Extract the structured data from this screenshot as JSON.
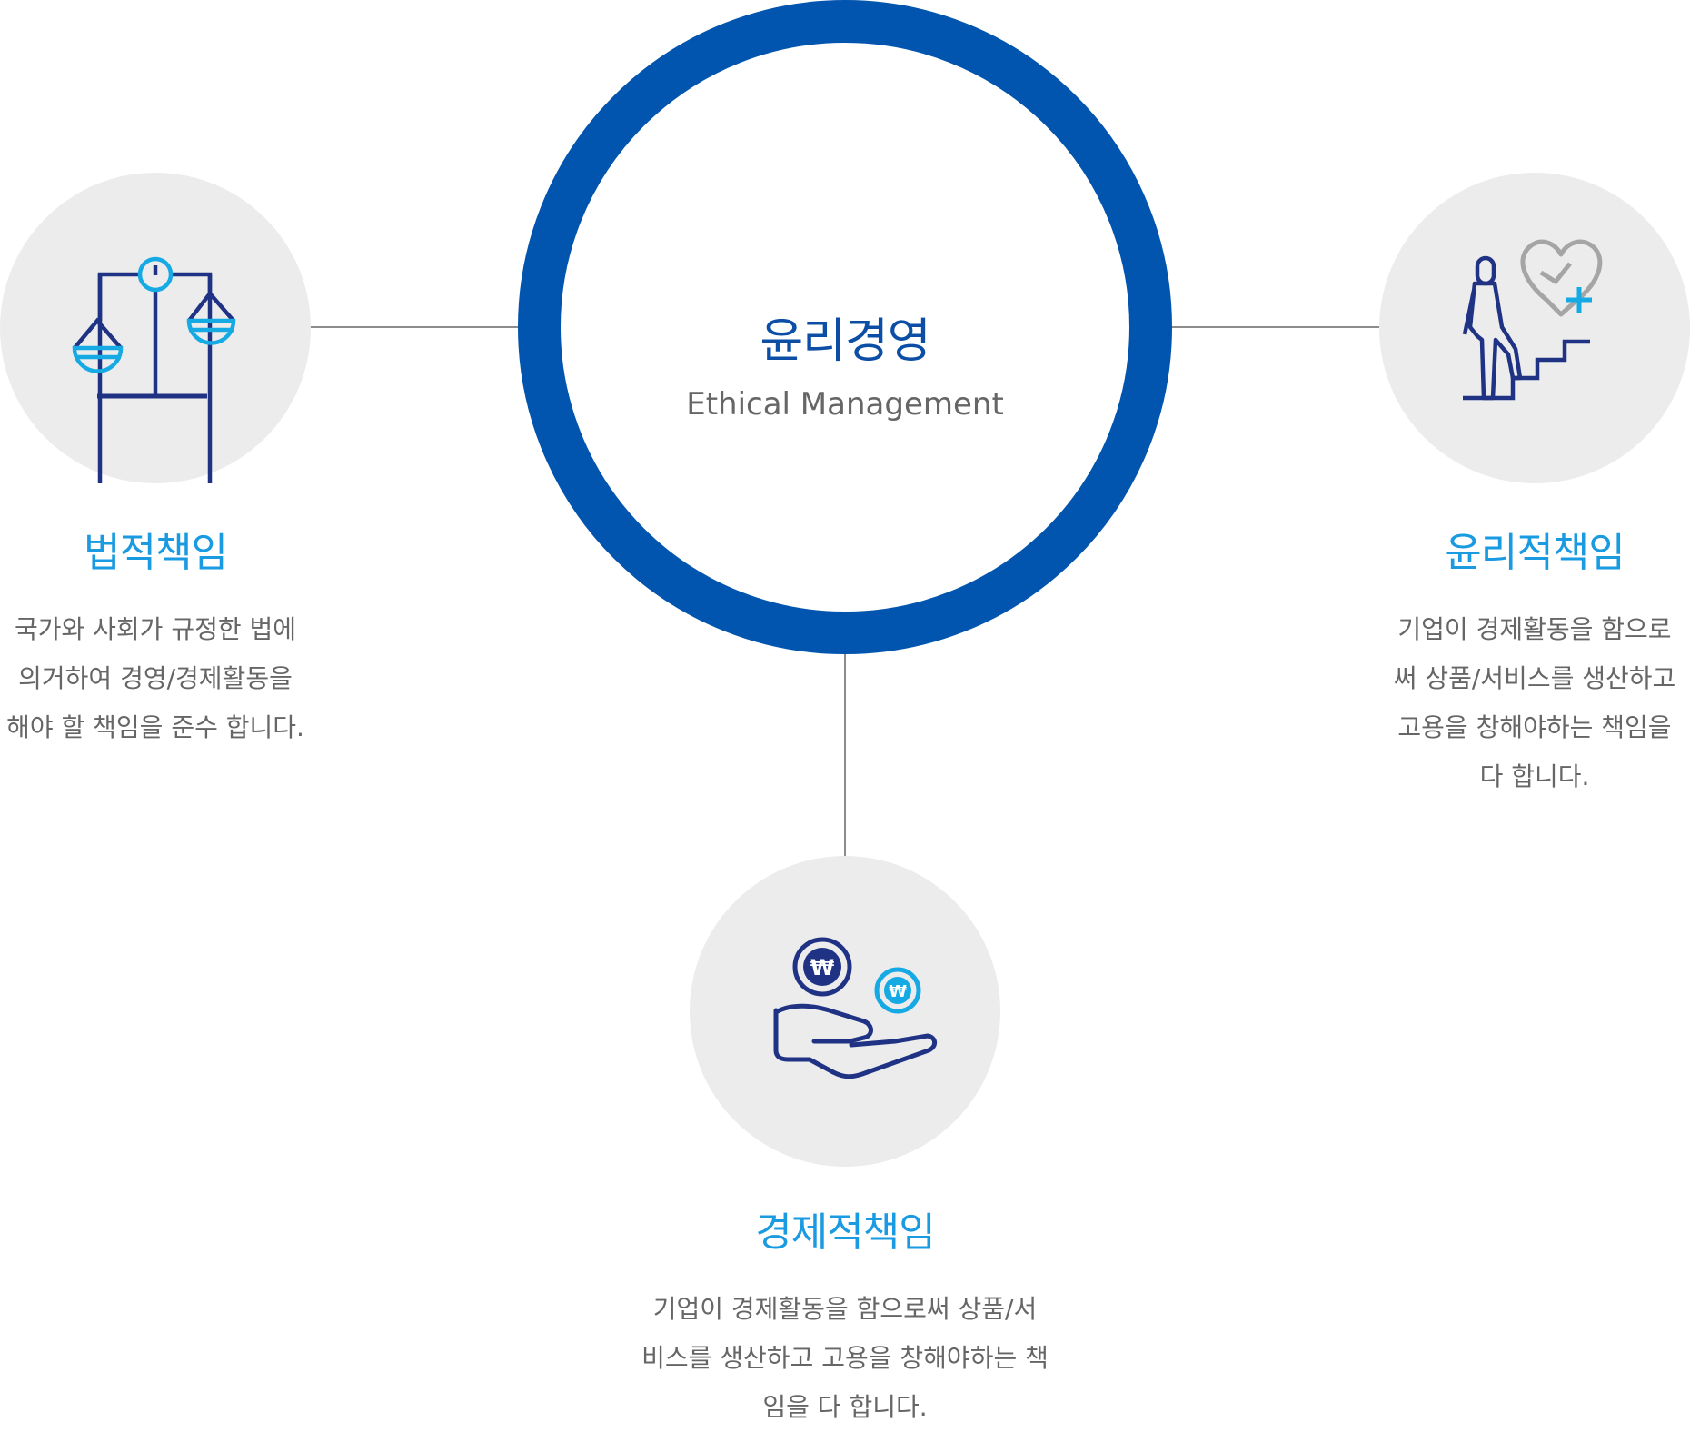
{
  "center": {
    "title": "윤리경영",
    "subtitle": "Ethical Management"
  },
  "colors": {
    "ring": "#0255ae",
    "icon_navy": "#1f3284",
    "icon_cyan": "#16aae4",
    "icon_gray": "#a5a5a5",
    "circle_bg": "#ececed",
    "block_title": "#1a9ae0",
    "connector": "#8c8c8c"
  },
  "blocks": {
    "legal": {
      "icon": "scales-icon",
      "title": "법적책임",
      "desc": [
        "국가와 사회가 규정한 법에",
        "의거하여 경영/경제활동을",
        "해야 할 책임을 준수 합니다."
      ]
    },
    "ethical": {
      "icon": "person-stairs-heart-icon",
      "title": "윤리적책임",
      "desc": [
        "기업이 경제활동을 함으로",
        "써 상품/서비스를 생산하고",
        "고용을 창해야하는 책임을",
        "다 합니다."
      ]
    },
    "economic": {
      "icon": "hand-coins-icon",
      "coin_symbol": "₩",
      "title": "경제적책임",
      "desc": [
        "기업이 경제활동을 함으로써 상품/서",
        "비스를 생산하고 고용을 창해야하는 책",
        "임을 다 합니다."
      ]
    }
  }
}
